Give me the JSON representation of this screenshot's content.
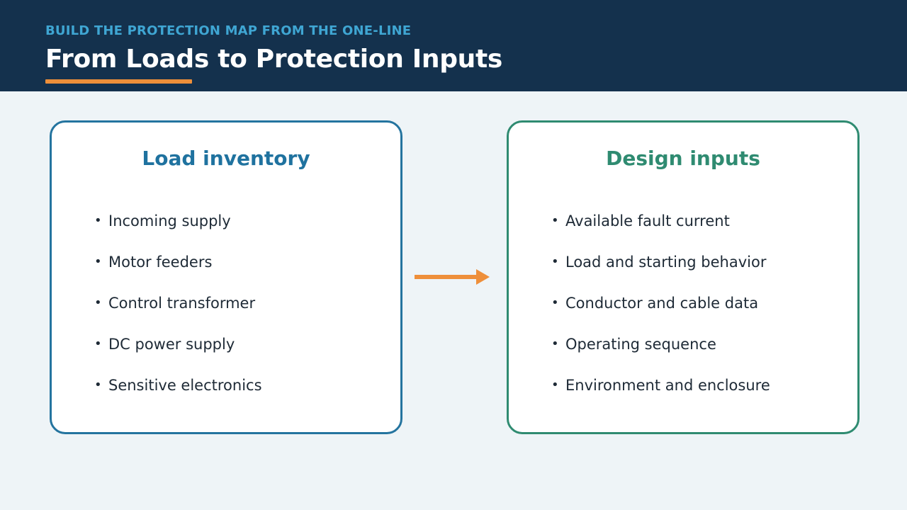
{
  "header": {
    "eyebrow": "BUILD THE PROTECTION MAP FROM THE ONE-LINE",
    "title": "From Loads to Protection Inputs"
  },
  "left_card": {
    "title": "Load inventory",
    "items": [
      "Incoming supply",
      "Motor feeders",
      "Control transformer",
      "DC power supply",
      "Sensitive electronics"
    ]
  },
  "right_card": {
    "title": "Design inputs",
    "items": [
      "Available fault current",
      "Load and starting behavior",
      "Conductor and cable data",
      "Operating sequence",
      "Environment and enclosure"
    ]
  },
  "colors": {
    "header_bg": "#14314d",
    "eyebrow": "#3fa6d3",
    "accent_orange": "#ee8f3a",
    "left_accent": "#1f729f",
    "right_accent": "#2f8b71",
    "page_bg": "#eef4f7"
  },
  "icons": {
    "connector": "arrow-right-icon",
    "bullet": "bullet-dot-icon"
  }
}
